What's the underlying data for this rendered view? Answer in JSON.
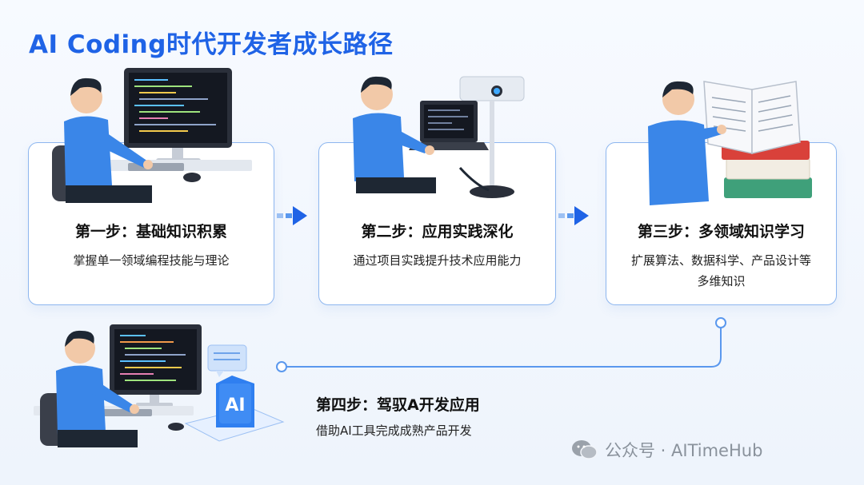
{
  "title": "AI Coding时代开发者成长路径",
  "steps": [
    {
      "title": "第一步：基础知识积累",
      "desc": "掌握单一领域编程技能与理论"
    },
    {
      "title": "第二步：应用实践深化",
      "desc": "通过项目实践提升技术应用能力"
    },
    {
      "title": "第三步：多领域知识学习",
      "desc": "扩展算法、数据科学、产品设计等多维知识"
    },
    {
      "title": "第四步：驾驭A开发应用",
      "desc": "借助AI工具完成成熟产品开发",
      "badge": "AI"
    }
  ],
  "watermark": "公众号 · AITimeHub",
  "colors": {
    "accent": "#1f63e6",
    "card_border": "#8db6ef",
    "shirt": "#3a86e8"
  }
}
